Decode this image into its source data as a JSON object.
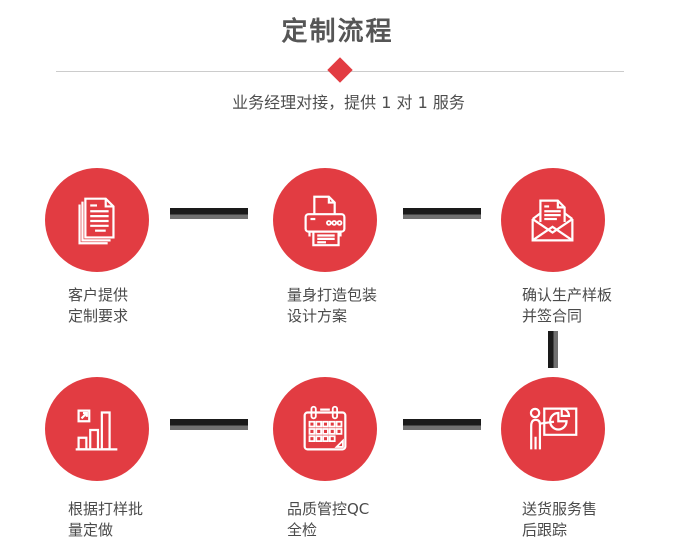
{
  "header": {
    "title": "定制流程",
    "subtitle": "业务经理对接，提供 1 对 1 服务"
  },
  "colors": {
    "accent_red": "#e23c42",
    "title_gray": "#565656",
    "label_gray": "#4a4a4a",
    "divider_gray": "#cccccc",
    "connector_black": "#1a1a1a",
    "connector_gray": "#707070",
    "icon_white": "#ffffff"
  },
  "steps": [
    {
      "icon": "stacked-documents-icon",
      "label_line1": "客户提供",
      "label_line2": "定制要求"
    },
    {
      "icon": "printer-icon",
      "label_line1": "量身打造包装",
      "label_line2": "设计方案"
    },
    {
      "icon": "open-envelope-letter-icon",
      "label_line1": "确认生产样板",
      "label_line2": "并签合同"
    },
    {
      "icon": "growth-bar-chart-icon",
      "label_line1": "根据打样批",
      "label_line2": "量定做"
    },
    {
      "icon": "calendar-icon",
      "label_line1": "品质管控QC",
      "label_line2": "全检"
    },
    {
      "icon": "presenter-pie-board-icon",
      "label_line1": "送货服务售",
      "label_line2": "后跟踪"
    }
  ]
}
